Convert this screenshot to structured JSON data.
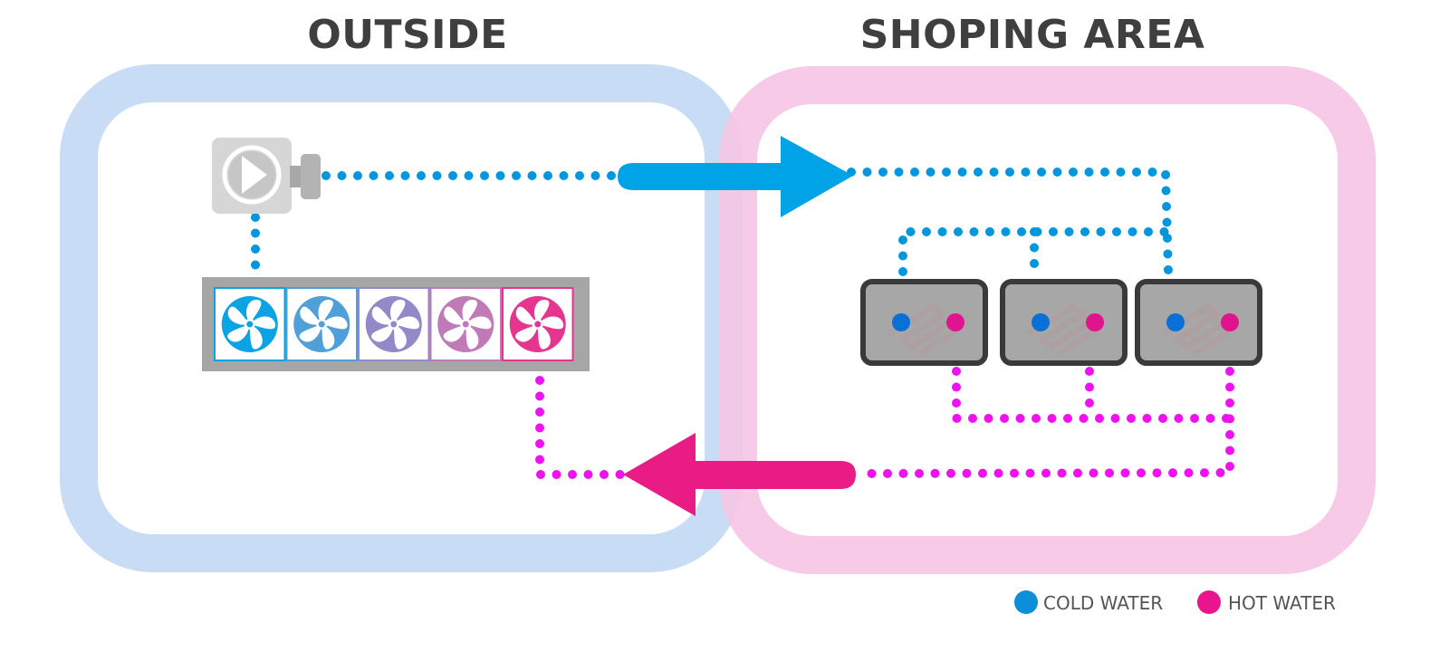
{
  "titles": {
    "left": "OUTSIDE",
    "right": "SHOPING AREA"
  },
  "zones": [
    {
      "name": "outside",
      "color": "#c9dcf5"
    },
    {
      "name": "shopping-area",
      "color": "#f6c5e6"
    }
  ],
  "components": {
    "pump": {
      "icon": "pump-icon",
      "color": "#c8c8c8"
    },
    "cooler": {
      "icon": "fan-icon",
      "fan_count": 5,
      "fan_colors": [
        "#0aa3e3",
        "#4f9fd8",
        "#9389c9",
        "#c07ab8",
        "#e6358f"
      ],
      "frame_color": "#a6a6a6"
    },
    "units": {
      "count": 3,
      "body_color": "#a7a7a7",
      "border_color": "#3a3a3a",
      "inlet_color": "#0a70d8",
      "outlet_color": "#e0148e"
    }
  },
  "flows": {
    "cold": {
      "color": "#0097df",
      "arrow_color": "#00a3e6",
      "direction": "outside-to-shopping-area"
    },
    "hot": {
      "color": "#ef11ef",
      "arrow_color": "#e81c84",
      "direction": "shopping-area-to-outside"
    }
  },
  "legend": [
    {
      "label": "COLD WATER",
      "color": "#0a8fd8"
    },
    {
      "label": "HOT WATER",
      "color": "#e8158d"
    }
  ]
}
